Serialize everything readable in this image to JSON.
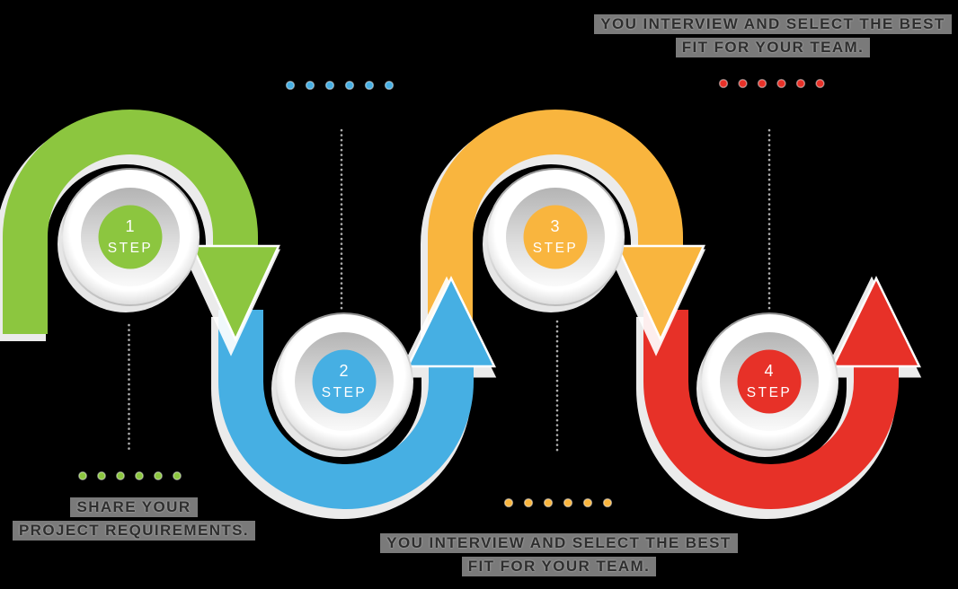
{
  "canvas": {
    "background": "#000000"
  },
  "figure": {
    "type": "process-flow-infographic",
    "connector_color": "#ADADAD",
    "text_color": "#2E2E2E",
    "steps": [
      {
        "number": "1",
        "label": "STEP",
        "color": "#8CC63F",
        "arrow": "arch-down"
      },
      {
        "number": "2",
        "label": "STEP",
        "color": "#46AFE3",
        "arrow": "u-turn-up"
      },
      {
        "number": "3",
        "label": "STEP",
        "color": "#F9B53E",
        "arrow": "arch-down"
      },
      {
        "number": "4",
        "label": "STEP",
        "color": "#E73128",
        "arrow": "u-turn-up"
      }
    ],
    "captions": {
      "step1": {
        "dot_color": "#8CC63F",
        "lines": [
          "SHARE YOUR",
          "PROJECT REQUIREMENTS."
        ]
      },
      "step2": {
        "dot_color": "#46AFE3",
        "lines": []
      },
      "step3": {
        "dot_color": "#F9B53E",
        "lines": [
          "YOU INTERVIEW AND SELECT THE BEST",
          "FIT FOR YOUR TEAM."
        ]
      },
      "step4": {
        "dot_color": "#E73128",
        "lines": [
          "YOU INTERVIEW AND SELECT THE BEST",
          "FIT FOR YOUR TEAM."
        ]
      }
    }
  }
}
